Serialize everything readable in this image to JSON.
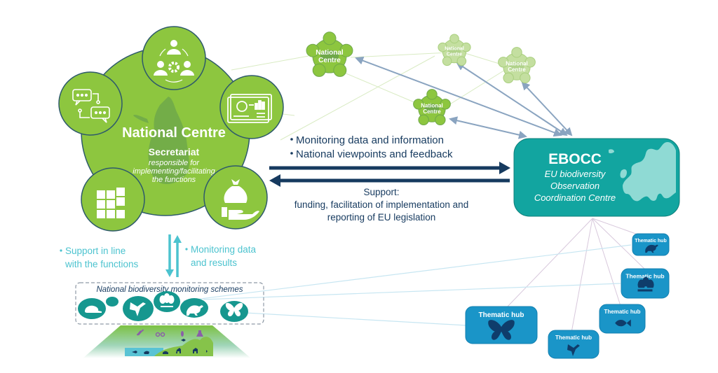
{
  "colors": {
    "green": "#8dc63f",
    "green_dark_outline": "#2e5a6b",
    "green_map": "#6fa84a",
    "green_light": "#c4dfa0",
    "navy": "#163a5f",
    "teal": "#12a5a0",
    "teal_text": "#4cc3cf",
    "hub_blue": "#1a95c8",
    "hub_icon": "#0f3d6b",
    "scheme_circle": "#16978f"
  },
  "national_centre": {
    "title": "National Centre",
    "subtitle": "Secretariat",
    "description_lines": [
      "responsible for",
      "implementing/facilitating",
      "the functions"
    ],
    "function_icons": [
      "people-gear-icon",
      "data-dashboard-icon",
      "money-bag-hand-icon",
      "data-grid-icon",
      "chat-bubbles-icon"
    ]
  },
  "other_centres": [
    {
      "label_lines": [
        "National",
        "Centre"
      ],
      "style": "solid"
    },
    {
      "label_lines": [
        "National",
        "Centre"
      ],
      "style": "faded"
    },
    {
      "label_lines": [
        "National",
        "Centre"
      ],
      "style": "faded"
    },
    {
      "label_lines": [
        "National",
        "Centre"
      ],
      "style": "solid"
    }
  ],
  "arrows": {
    "to_ebocc_lines": [
      "Monitoring data and information",
      "National viewpoints and feedback"
    ],
    "to_national_lines": [
      "Support:",
      "funding, facilitation of implementation and",
      "reporting of EU legislation"
    ],
    "down_label_lines": [
      "Support in line",
      "with the functions"
    ],
    "up_label_lines": [
      "Monitoring data",
      "and results"
    ]
  },
  "ebocc": {
    "title": "EBOCC",
    "subtitle_lines": [
      "EU biodiversity",
      "Observation",
      "Coordination Centre"
    ]
  },
  "schemes": {
    "title": "National biodiversity monitoring schemes",
    "icons": [
      "beaver-icon",
      "dot-icon",
      "bird-icon",
      "trees-icon",
      "turtle-icon",
      "butterfly-icon"
    ]
  },
  "landscape": {
    "icons": [
      "satellite-icon",
      "binoculars-icon",
      "bee-icon",
      "flask-icon"
    ]
  },
  "thematic_hubs": [
    {
      "label": "Thematic hub",
      "icon": "turtle-icon"
    },
    {
      "label": "Thematic hub",
      "icon": "trees-icon"
    },
    {
      "label": "Thematic hub",
      "icon": "fish-icon"
    },
    {
      "label": "Thematic hub",
      "icon": "bird-icon"
    },
    {
      "label": "Thematic hub",
      "icon": "butterfly-icon"
    }
  ]
}
